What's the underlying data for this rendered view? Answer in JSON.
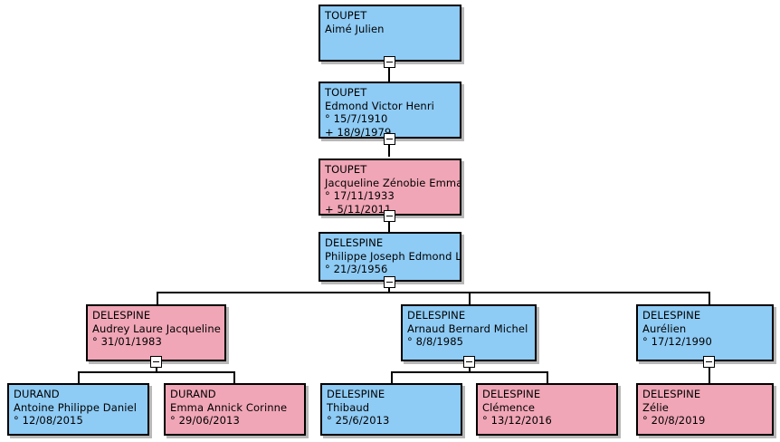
{
  "diagram": {
    "type": "genealogy-tree",
    "colors": {
      "male_box": "#8ecbf5",
      "female_box": "#f0a6b6",
      "border": "#000000",
      "connector": "#000000",
      "background": "#ffffff"
    },
    "symbols": {
      "birth": "°",
      "death": "+",
      "collapse": "−"
    }
  },
  "people": [
    {
      "id": "p1",
      "surname": "TOUPET",
      "given": "Aimé Julien",
      "birth": "",
      "death": "",
      "sex": "male"
    },
    {
      "id": "p2",
      "surname": "TOUPET",
      "given": "Edmond Victor Henri",
      "birth": "° 15/7/1910",
      "death": "+ 18/9/1979",
      "sex": "male"
    },
    {
      "id": "p3",
      "surname": "TOUPET",
      "given": "Jacqueline Zénobie Emma",
      "birth": "° 17/11/1933",
      "death": "+ 5/11/2011",
      "sex": "female"
    },
    {
      "id": "p4",
      "surname": "DELESPINE",
      "given": "Philippe Joseph Edmond Lo",
      "birth": "° 21/3/1956",
      "death": "",
      "sex": "male"
    },
    {
      "id": "p5",
      "surname": "DELESPINE",
      "given": "Audrey Laure Jacqueline",
      "birth": "° 31/01/1983",
      "death": "",
      "sex": "female"
    },
    {
      "id": "p6",
      "surname": "DELESPINE",
      "given": "Arnaud Bernard Michel",
      "birth": "° 8/8/1985",
      "death": "",
      "sex": "male"
    },
    {
      "id": "p7",
      "surname": "DELESPINE",
      "given": "Aurélien",
      "birth": "° 17/12/1990",
      "death": "",
      "sex": "male"
    },
    {
      "id": "p8",
      "surname": "DURAND",
      "given": "Antoine Philippe Daniel",
      "birth": "° 12/08/2015",
      "death": "",
      "sex": "male"
    },
    {
      "id": "p9",
      "surname": "DURAND",
      "given": "Emma Annick Corinne",
      "birth": "° 29/06/2013",
      "death": "",
      "sex": "female"
    },
    {
      "id": "p10",
      "surname": "DELESPINE",
      "given": "Thibaud",
      "birth": "° 25/6/2013",
      "death": "",
      "sex": "male"
    },
    {
      "id": "p11",
      "surname": "DELESPINE",
      "given": "Clémence",
      "birth": "° 13/12/2016",
      "death": "",
      "sex": "female"
    },
    {
      "id": "p12",
      "surname": "DELESPINE",
      "given": "Zélie",
      "birth": "° 20/8/2019",
      "death": "",
      "sex": "female"
    }
  ],
  "toggles": [
    {
      "id": "t1",
      "label": "−",
      "owner": "p1"
    },
    {
      "id": "t2",
      "label": "−",
      "owner": "p2"
    },
    {
      "id": "t3",
      "label": "−",
      "owner": "p3"
    },
    {
      "id": "t4",
      "label": "−",
      "owner": "p4"
    },
    {
      "id": "t5",
      "label": "−",
      "owner": "p5"
    },
    {
      "id": "t6",
      "label": "−",
      "owner": "p6"
    },
    {
      "id": "t7",
      "label": "−",
      "owner": "p7"
    }
  ]
}
